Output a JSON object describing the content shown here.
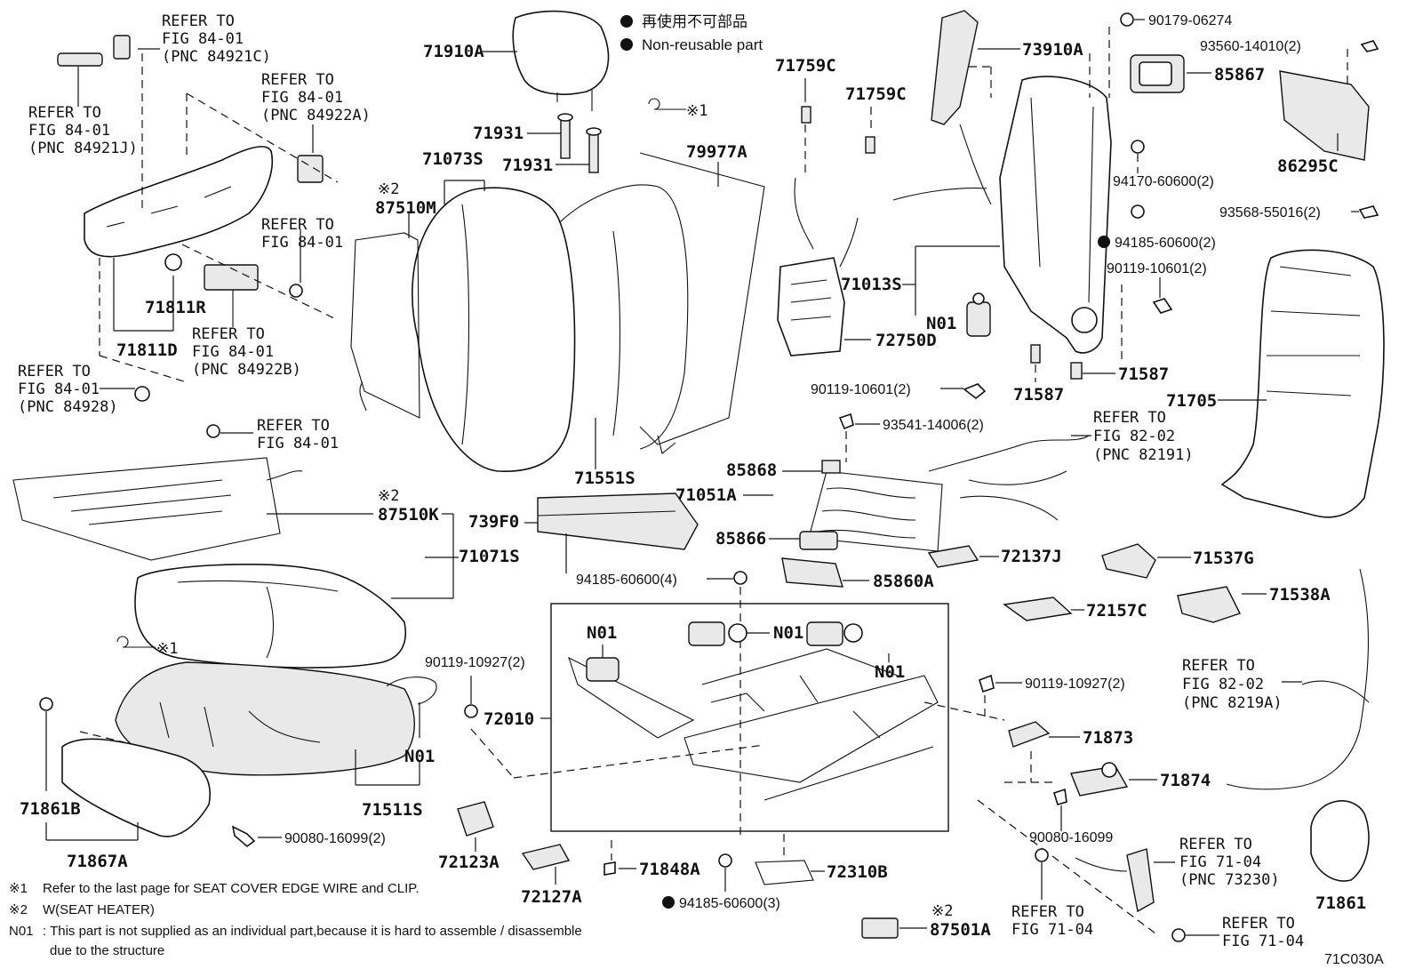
{
  "legend": {
    "jp": "再使用不可部品",
    "en": "Non-reusable part"
  },
  "symbol_note": "※1",
  "parts": {
    "p71910A": "71910A",
    "p71931a": "71931",
    "p71931b": "71931",
    "p71073S": "71073S",
    "p87510M": "87510M",
    "p79977A": "79977A",
    "p71759Ca": "71759C",
    "p71759Cb": "71759C",
    "p73910A": "73910A",
    "p90179": "90179-06274",
    "p93560": "93560-14010(2)",
    "p85867": "85867",
    "p86295C": "86295C",
    "p94170": "94170-60600(2)",
    "p93568": "93568-55016(2)",
    "p94185a": "94185-60600(2)",
    "p90119a": "90119-10601(2)",
    "p71013S": "71013S",
    "pN01a": "N01",
    "p72750D": "72750D",
    "p71587a": "71587",
    "p71587b": "71587",
    "p90119b": "90119-10601(2)",
    "p71705": "71705",
    "p71811R": "71811R",
    "p71811D": "71811D",
    "p93541": "93541-14006(2)",
    "p85868": "85868",
    "p71051A": "71051A",
    "p71551S": "71551S",
    "p87510K": "87510K",
    "p739F0": "739F0",
    "p85866": "85866",
    "p71071S": "71071S",
    "p72137J": "72137J",
    "p71537G": "71537G",
    "p85860A": "85860A",
    "p94185b": "94185-60600(4)",
    "p71538A": "71538A",
    "p72157C": "72157C",
    "pN01b": "N01",
    "pN01c": "N01",
    "pN01d": "N01",
    "p90119c": "90119-10927(2)",
    "p90119d": "90119-10927(2)",
    "p72010": "72010",
    "p71873": "71873",
    "pN01e": "N01",
    "p71874": "71874",
    "p71861B": "71861B",
    "p71511S": "71511S",
    "p90080a": "90080-16099(2)",
    "p71867A": "71867A",
    "p72123A": "72123A",
    "p90080b": "90080-16099",
    "p71848A": "71848A",
    "p72310B": "72310B",
    "p72127A": "72127A",
    "p94185c": "94185-60600(3)",
    "p87501A": "87501A",
    "p71861": "71861",
    "diagram_code": "71C030A"
  },
  "mark2": "※2",
  "mark1": "※1",
  "refs": {
    "r1": [
      "REFER TO",
      "FIG 84-01",
      "(PNC 84921C)"
    ],
    "r2": [
      "REFER TO",
      "FIG 84-01",
      "(PNC 84921J)"
    ],
    "r3": [
      "REFER TO",
      "FIG 84-01",
      "(PNC 84922A)"
    ],
    "r4": [
      "REFER TO",
      "FIG 84-01"
    ],
    "r5": [
      "REFER TO",
      "FIG 84-01",
      "(PNC 84922B)"
    ],
    "r6": [
      "REFER TO",
      "FIG 84-01",
      "(PNC 84928)"
    ],
    "r7": [
      "REFER TO",
      "FIG 84-01"
    ],
    "r8": [
      "REFER TO",
      "FIG 82-02",
      "(PNC 82191)"
    ],
    "r9": [
      "REFER TO",
      "FIG 82-02",
      "(PNC 8219A)"
    ],
    "r10": [
      "REFER TO",
      "FIG 71-04",
      "(PNC 73230)"
    ],
    "r11": [
      "REFER TO",
      "FIG 71-04"
    ],
    "r12": [
      "REFER TO",
      "FIG 71-04"
    ]
  },
  "footnotes": {
    "n1_mark": "※1",
    "n1_text": "Refer to the last page for SEAT COVER EDGE WIRE and CLIP.",
    "n2_mark": "※2",
    "n2_text": "W(SEAT HEATER)",
    "n3_mark": "N01",
    "n3_text": ": This part is not supplied as an individual part,because it is hard to assemble / disassemble",
    "n3_text2": "due to the structure"
  }
}
